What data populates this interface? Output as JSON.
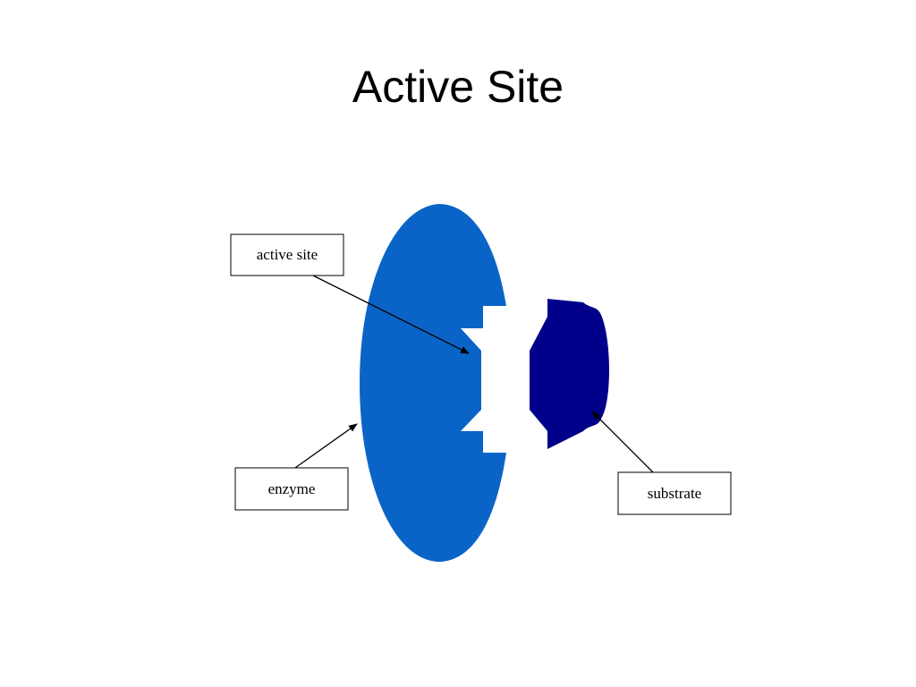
{
  "slide": {
    "title": "Active Site"
  },
  "diagram": {
    "labels": {
      "active_site": "active site",
      "enzyme": "enzyme",
      "substrate": "substrate"
    },
    "colors": {
      "enzyme": "#0a64c8",
      "substrate": "#00008b",
      "label_border": "#000000",
      "arrow": "#000000"
    }
  }
}
